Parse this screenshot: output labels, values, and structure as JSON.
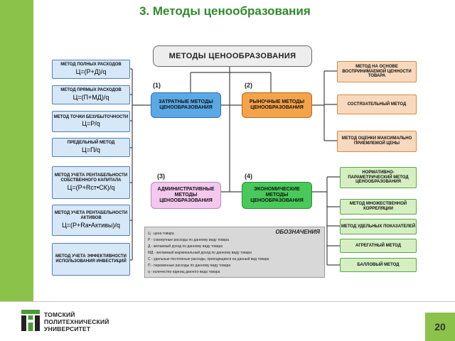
{
  "title": "3. Методы ценообразования",
  "main": "МЕТОДЫ ЦЕНООБРАЗОВАНИЯ",
  "labels": [
    "(1)",
    "(2)",
    "(3)",
    "(4)"
  ],
  "center": {
    "costly": "ЗАТРАТНЫЕ МЕТОДЫ ЦЕНООБРАЗОВАНИЯ",
    "market": "РЫНОЧНЫЕ МЕТОДЫ ЦЕНООБРАЗОВАНИЯ",
    "admin": "АДМИНИСТРАТИВНЫЕ МЕТОДЫ ЦЕНООБРАЗОВАНИЯ",
    "econ": "ЭКОНОМИЧЕСКИЕ МЕТОДЫ ЦЕНООБРАЗОВАНИЯ"
  },
  "left": [
    {
      "name": "МЕТОД ПОЛНЫХ РАСХОДОВ",
      "formula": "Ц=(Р+Д)/q"
    },
    {
      "name": "МЕТОД ПРЯМЫХ РАСХОДОВ",
      "formula": "Ц=(П+МД)/q"
    },
    {
      "name": "МЕТОД ТОЧКИ БЕЗУБЫТОЧНОСТИ",
      "formula": "Ц=Р/q"
    },
    {
      "name": "ПРЕДЕЛЬНЫЙ МЕТОД",
      "formula": "Ц=П/q"
    },
    {
      "name": "МЕТОД УЧЕТА РЕНТАБЕЛЬНОСТИ СОБСТВЕННОГО КАПИТАЛА",
      "formula": "Ц=(Р+Rст•СК)/q"
    },
    {
      "name": "МЕТОД УЧЕТА РЕНТАБЕЛЬНОСТИ АКТИВОВ",
      "formula": "Ц=(Р+Rа•Активы)/q"
    },
    {
      "name": "МЕТОД УЧЕТА ЭФФЕКТИВНОСТИ ИСПОЛЬЗОВАНИЯ ИНВЕСТИЦИЙ",
      "formula": ""
    }
  ],
  "right_orange": [
    "МЕТОД НА ОСНОВЕ ВОСПРИНИМАЕМОЙ ЦЕННОСТИ ТОВАРА",
    "СОСТЯЗАТЕЛЬНЫЙ МЕТОД",
    "МЕТОД ОЦЕНКИ МАКСИМАЛЬНО ПРИЕМЛЕМОЙ ЦЕНЫ"
  ],
  "right_green": [
    "НОРМАТИВНО-ПАРАМЕТРИЧЕСКИЙ МЕТОД ЦЕНООБРАЗОВАНИЯ",
    "МЕТОД МНОЖЕСТВЕННОЙ КОРРЕЛЯЦИИ",
    "МЕТОД УДЕЛЬНЫХ ПОКАЗАТЕЛЕЙ",
    "АГРЕГАТНЫЙ МЕТОД",
    "БАЛЛОВЫЙ МЕТОД"
  ],
  "legend": {
    "title": "ОБОЗНАЧЕНИЯ",
    "lines": [
      "Ц - цена товара",
      "Р - совокупные расходы по данному виду товара",
      "Д - желаемый доход по данному виду товара",
      "МД - желаемый маржинальный доход по данному виду товара",
      "С - удельные постоянные расходы, приходящиеся на данный вид товара",
      "П - переменные расходы по данному виду товара",
      "q - количество единиц данного вида товара"
    ]
  },
  "university": [
    "ТОМСКИЙ",
    "ПОЛИТЕХНИЧЕСКИЙ",
    "УНИВЕРСИТЕТ"
  ],
  "page_number": "20",
  "colors": {
    "accent_green": "#8bc34a",
    "title_green": "#2f8a2b",
    "blue_box": "#5aa9e6",
    "orange_box": "#f5a34a",
    "pink_box": "#f3c7ee",
    "green_box": "#49c95a"
  }
}
